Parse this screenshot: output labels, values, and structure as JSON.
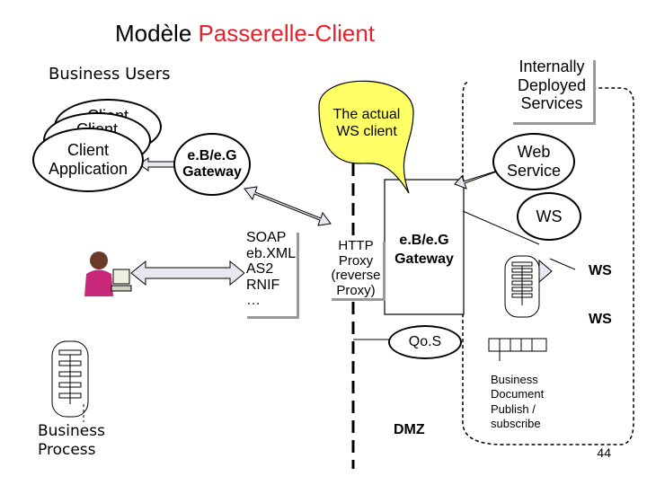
{
  "title": {
    "prefix": "Modèle ",
    "accent": "Passerelle-Client"
  },
  "business_users": "Business Users",
  "client_apps": {
    "back1": "Client",
    "back2": "Client",
    "front": "Client Application"
  },
  "gateway_left": "e.B/e.G Gateway",
  "callout": "The actual WS client",
  "internally_deployed": "Internally Deployed Services",
  "web_service": "Web Service",
  "ws_labels": [
    "WS",
    "WS",
    "WS"
  ],
  "protocols": [
    "SOAP",
    "eb.XML",
    "AS2",
    "RNIF",
    "…"
  ],
  "proxy": [
    "HTTP",
    "Proxy",
    "(reverse",
    "Proxy)"
  ],
  "gateway_center": "e.B/e.G Gateway",
  "qos": "Qo.S",
  "dmz": "DMZ",
  "business_document": [
    "Business",
    "Document",
    "Publish /",
    "subscribe"
  ],
  "business_process": [
    "Business",
    "Process"
  ],
  "slide_number": "44",
  "colors": {
    "accent": "#e8202a",
    "callout_fill": "#ffff66",
    "arrow_fill": "#e8e8f0",
    "dashed": "#000000"
  }
}
